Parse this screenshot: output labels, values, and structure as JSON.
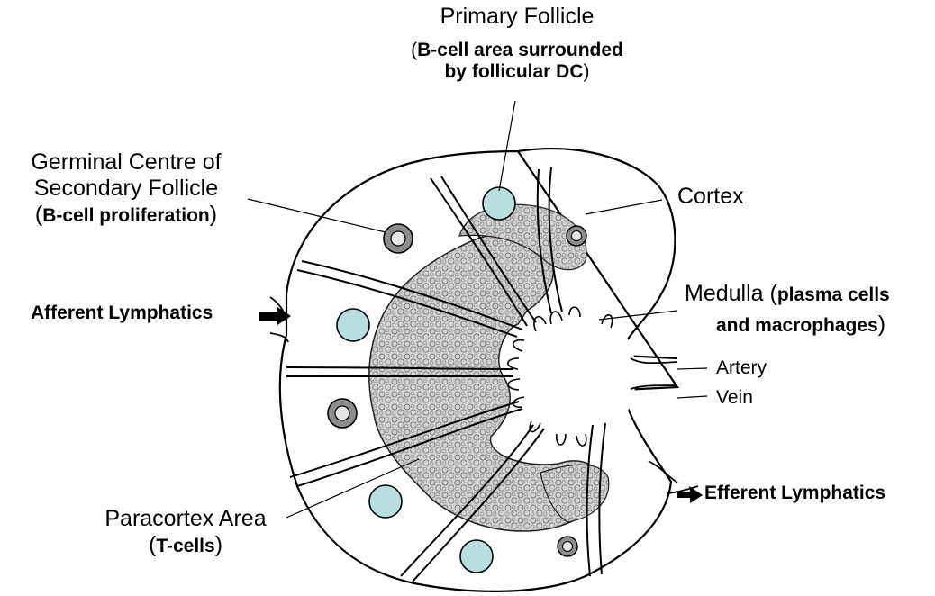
{
  "labels": {
    "primary_follicle": {
      "title": "Primary Follicle",
      "open": "(",
      "bold": "B-cell area surrounded",
      "bold2": "by follicular DC",
      "close": ")"
    },
    "germinal_centre": {
      "line1": "Germinal Centre of",
      "line2": "Secondary Follicle",
      "open": "(",
      "bold": "B-cell proliferation",
      "close": ")"
    },
    "cortex": "Cortex",
    "afferent": "Afferent Lymphatics",
    "medulla": {
      "title": "Medulla (",
      "bold": "plasma cells",
      "bold2": "and macrophages",
      "close": ")"
    },
    "artery": "Artery",
    "vein": "Vein",
    "efferent": "Efferent Lymphatics",
    "paracortex": {
      "title": "Paracortex Area",
      "open": "(",
      "bold": "T-cells",
      "close": ")"
    }
  },
  "colors": {
    "follicle_fill": "#b7dfe0",
    "germinal_outer": "#8c8c8c",
    "germinal_inner": "#e6e6e6",
    "paracortex_fill": "#c8c8c8",
    "line": "#000000"
  }
}
